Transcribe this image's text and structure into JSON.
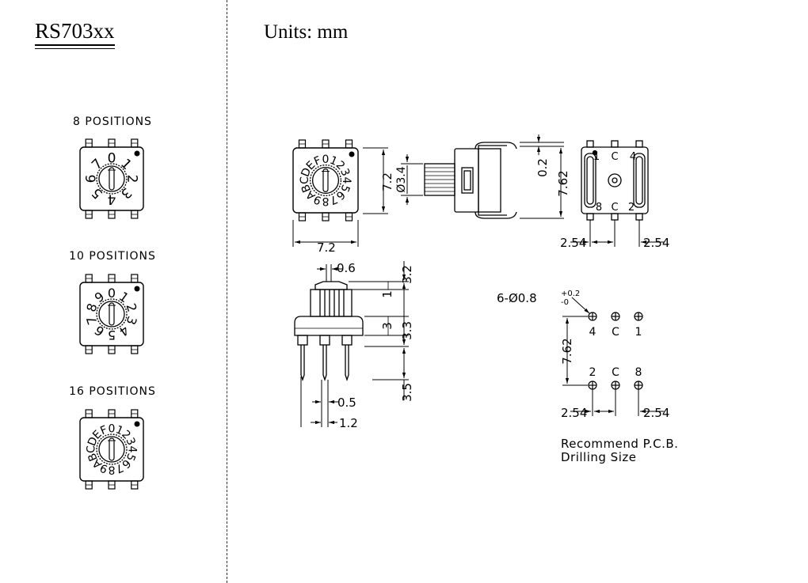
{
  "header": {
    "model": "RS703xx",
    "units": "Units: mm"
  },
  "variants": [
    {
      "label": "8 POSITIONS",
      "dial": [
        "0",
        "1",
        "2",
        "3",
        "4",
        "5",
        "6",
        "7"
      ]
    },
    {
      "label": "10 POSITIONS",
      "dial": [
        "0",
        "1",
        "2",
        "3",
        "4",
        "5",
        "6",
        "7",
        "8",
        "9"
      ]
    },
    {
      "label": "16 POSITIONS",
      "dial": [
        "0",
        "1",
        "2",
        "3",
        "4",
        "5",
        "6",
        "7",
        "8",
        "9",
        "A",
        "B",
        "C",
        "D",
        "E",
        "F"
      ]
    }
  ],
  "front_view": {
    "dial": [
      "0",
      "1",
      "2",
      "3",
      "4",
      "5",
      "6",
      "7",
      "8",
      "9",
      "A",
      "B",
      "C",
      "D",
      "E",
      "F"
    ],
    "width": "7.2",
    "height": "7.2",
    "shaft_dia": "Ø3.4"
  },
  "side_view": {
    "offset": "0.2",
    "height": "7.62"
  },
  "rear_view": {
    "pins_top": [
      "1",
      "C",
      "4"
    ],
    "pins_bottom": [
      "8",
      "C",
      "2"
    ],
    "pitch_left": "2.54",
    "pitch_right": "2.54"
  },
  "profile_view": {
    "shaft_width": "0.6",
    "top": "3.2",
    "step": "1",
    "body": "3",
    "body_total": "3.3",
    "pin_length": "3.5",
    "pin_width": "0.5",
    "pin_pitch": "1.2"
  },
  "pcb": {
    "hole_spec": "6-Ø0.8",
    "tol_plus": "+0.2",
    "tol_minus": "-0",
    "top_row": [
      "4",
      "C",
      "1"
    ],
    "bottom_row": [
      "2",
      "C",
      "8"
    ],
    "row_pitch": "7.62",
    "pitch_left": "2.54",
    "pitch_right": "2.54",
    "note_line1": "Recommend P.C.B.",
    "note_line2": "Drilling Size"
  }
}
